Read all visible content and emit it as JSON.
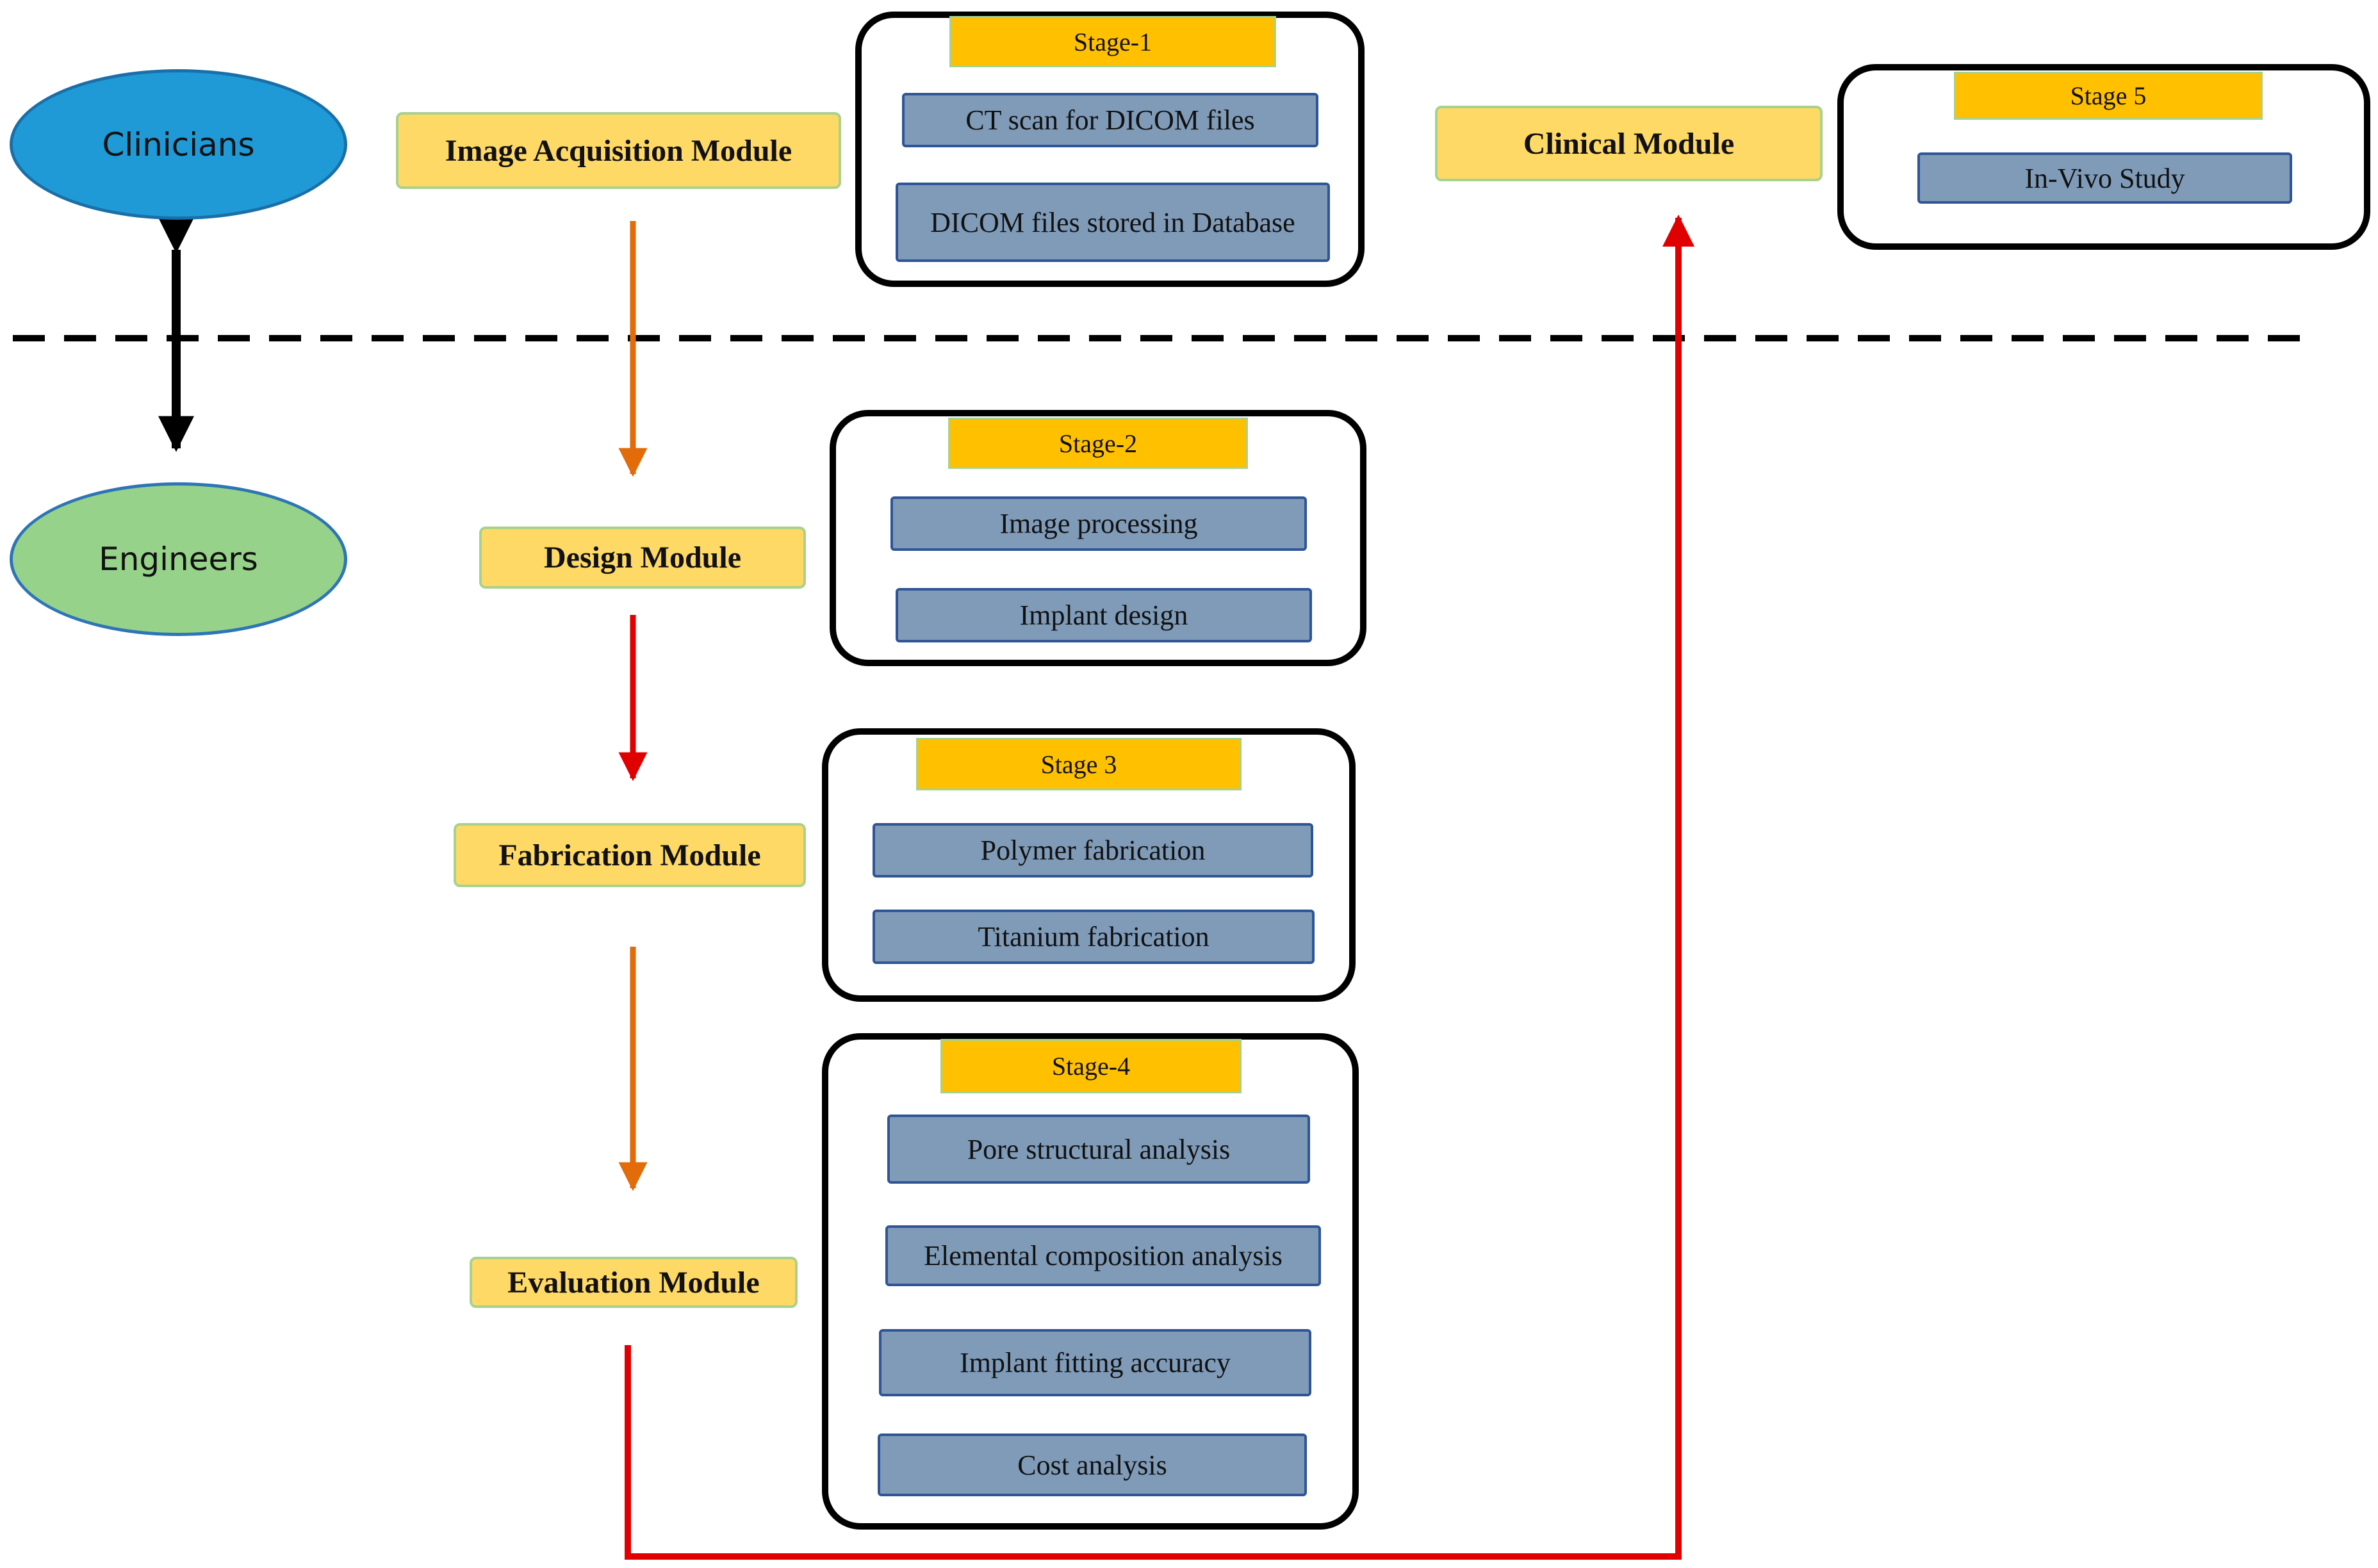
{
  "actors": {
    "clinicians": "Clinicians",
    "engineers": "Engineers"
  },
  "modules": {
    "image_acquisition": "Image Acquisition Module",
    "design": "Design Module",
    "fabrication": "Fabrication Module",
    "evaluation": "Evaluation Module",
    "clinical": "Clinical Module"
  },
  "stages": [
    {
      "label": "Stage-1",
      "tasks": [
        "CT scan for DICOM files",
        "DICOM files stored in Database"
      ]
    },
    {
      "label": "Stage-2",
      "tasks": [
        "Image processing",
        "Implant design"
      ]
    },
    {
      "label": "Stage 3",
      "tasks": [
        "Polymer fabrication",
        "Titanium fabrication"
      ]
    },
    {
      "label": "Stage-4",
      "tasks": [
        "Pore structural analysis",
        "Elemental composition analysis",
        "Implant fitting accuracy",
        "Cost analysis"
      ]
    },
    {
      "label": "Stage 5",
      "tasks": [
        "In-Vivo Study"
      ]
    }
  ],
  "colors": {
    "orange_arrow": "#e26b0a",
    "red_arrow": "#e00000",
    "module_fill": "#ffd966",
    "stage_label_fill": "#ffc000",
    "task_fill": "#7f9bb8"
  }
}
